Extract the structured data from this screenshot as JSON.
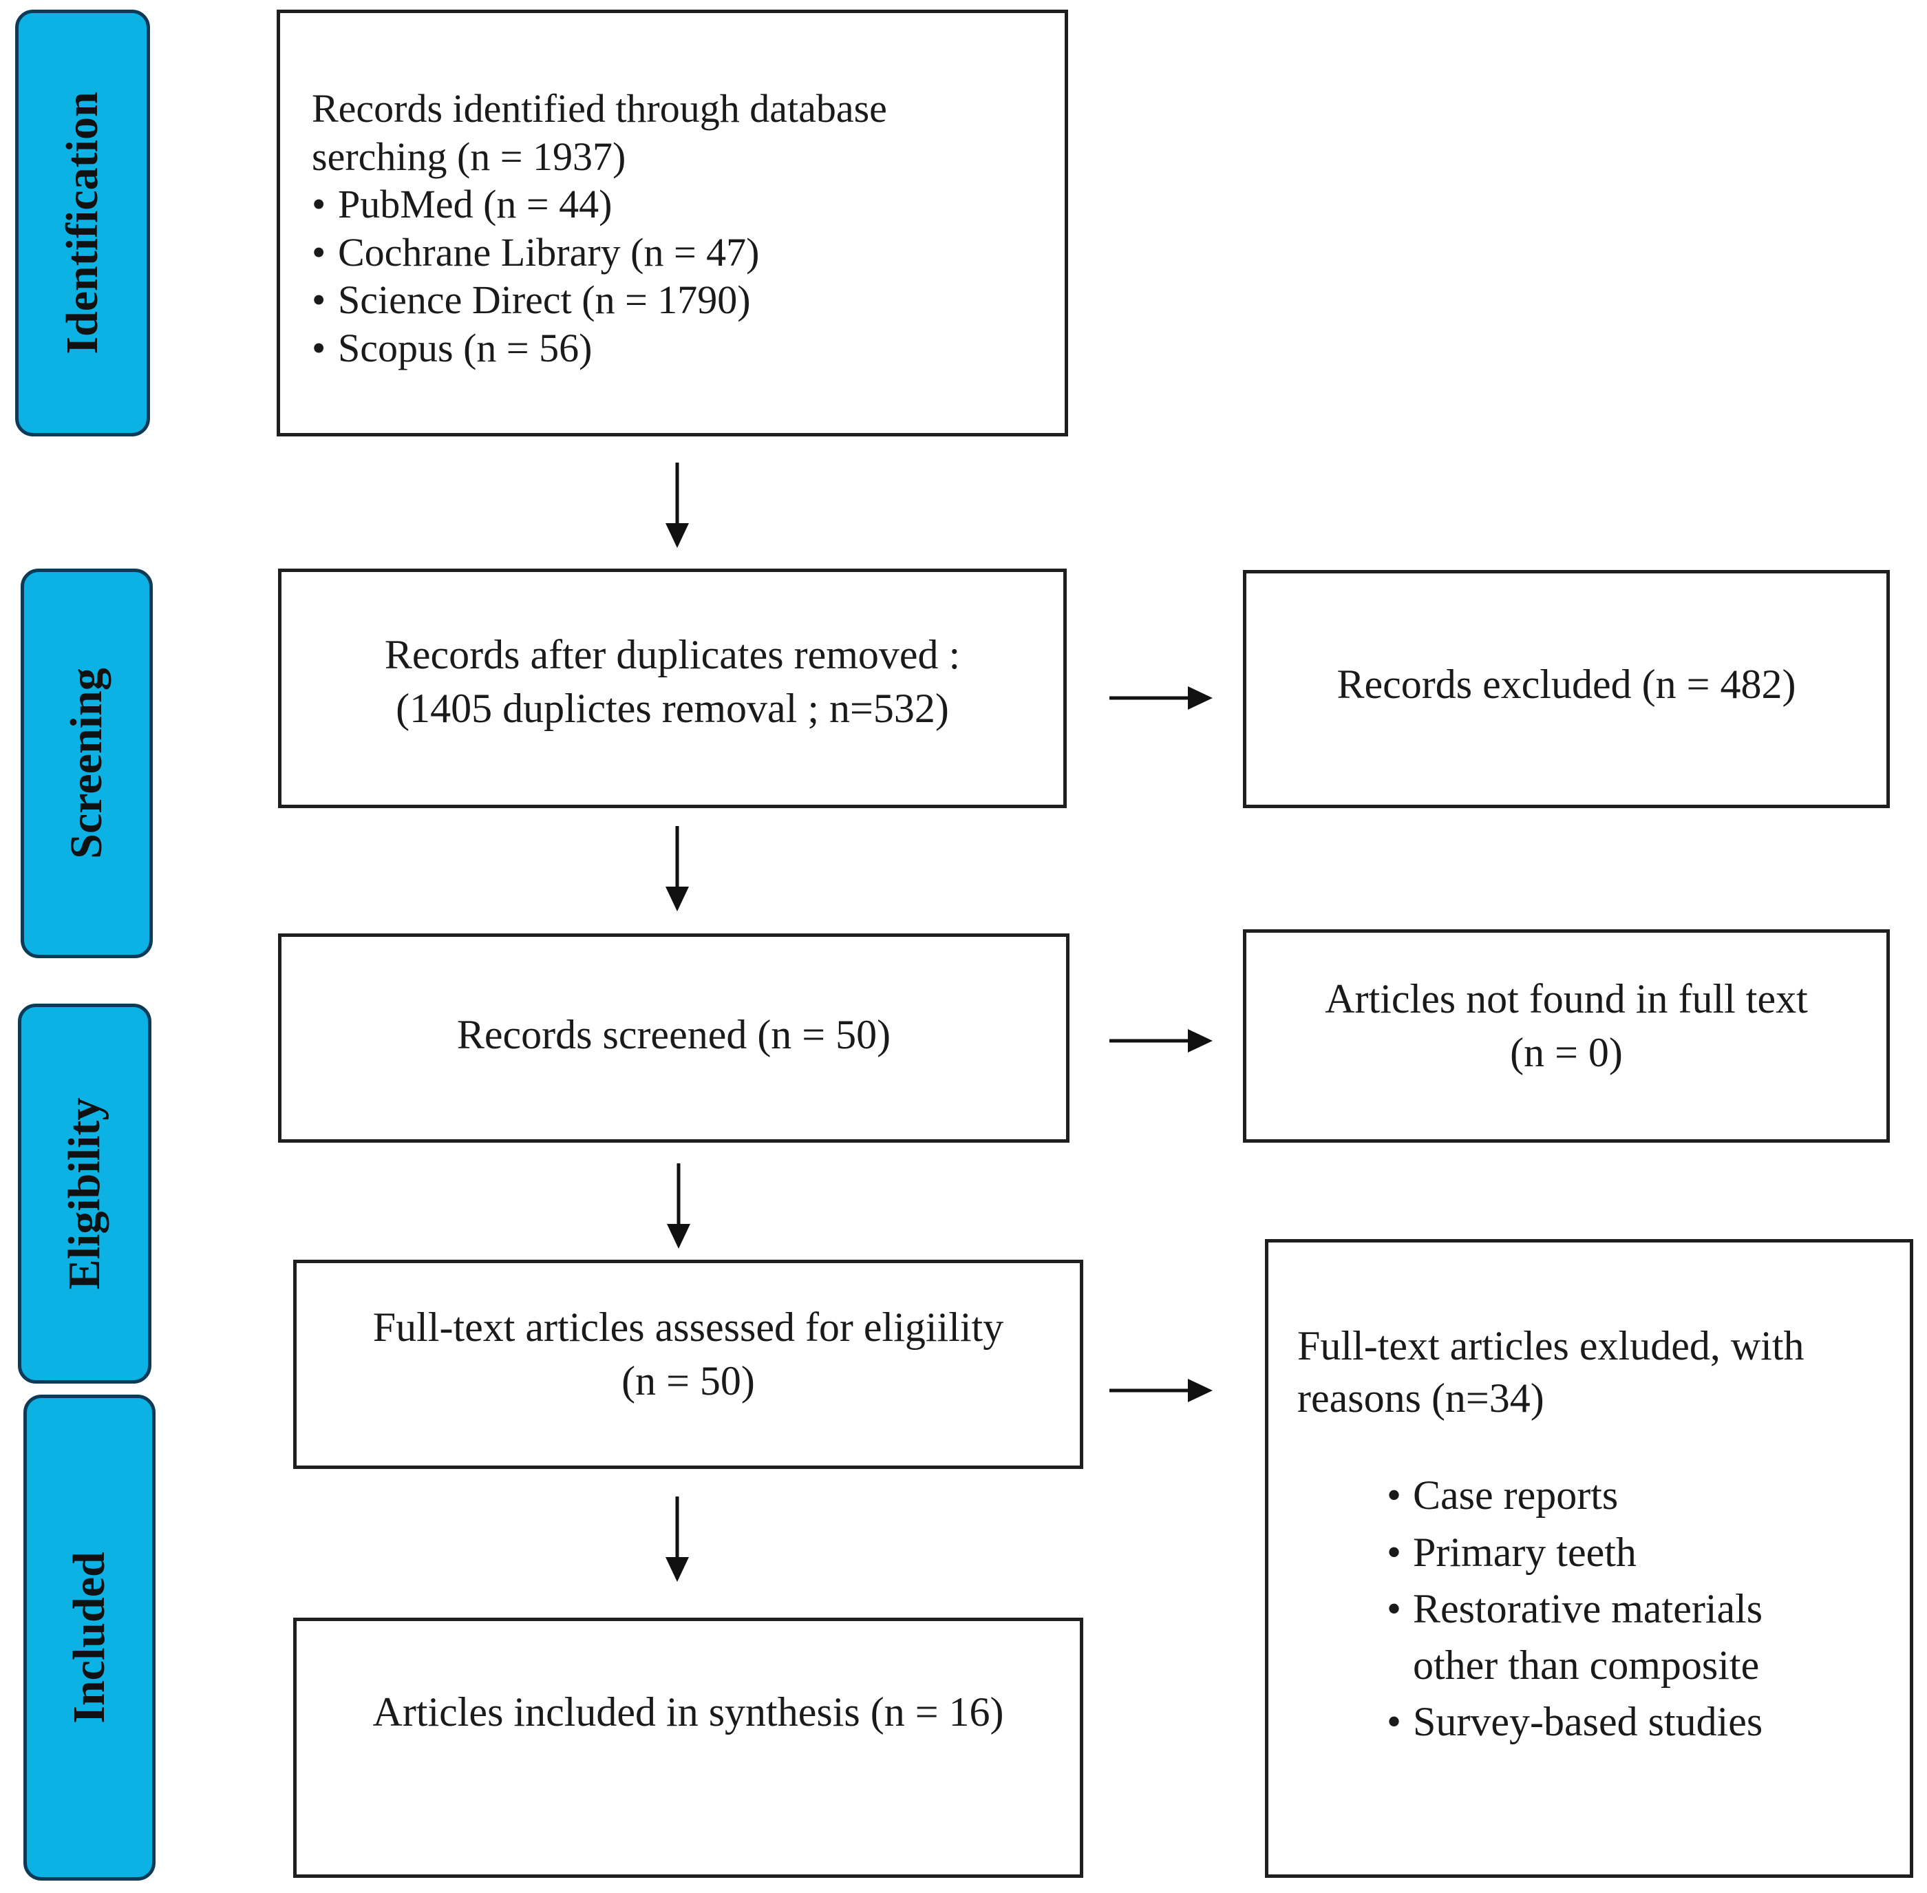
{
  "stages": {
    "identification": "Identification",
    "screening": "Screening",
    "eligibility": "Eligibility",
    "included": "Included"
  },
  "identification_box": {
    "title_line1": "Records identified through database",
    "title_line2": "serching (n = 1937)",
    "sources": [
      "PubMed (n = 44)",
      "Cochrane Library (n = 47)",
      "Science Direct (n = 1790)",
      "Scopus (n = 56)"
    ]
  },
  "duplicates_box": {
    "line1": "Records after duplicates removed :",
    "line2": "(1405 duplictes removal ; n=532)"
  },
  "records_excluded_box": {
    "text": "Records excluded (n = 482)"
  },
  "screened_box": {
    "text": "Records screened (n = 50)"
  },
  "not_found_box": {
    "line1": "Articles not found in full text",
    "line2": "(n = 0)"
  },
  "eligibility_box": {
    "line1": "Full-text articles assessed for eligiility",
    "line2": "(n = 50)"
  },
  "fulltext_excluded_box": {
    "line1": "Full-text articles exluded, with",
    "line2": "reasons (n=34)",
    "reasons": [
      "Case reports",
      "Primary teeth",
      "Restorative materials other than composite",
      "Survey-based studies"
    ],
    "reason3_line1": "Restorative materials",
    "reason3_line2": "other than composite"
  },
  "included_box": {
    "text": "Articles included in synthesis (n = 16)"
  },
  "colors": {
    "stage_fill": "#0bb2e3",
    "stage_border": "#0d3b57",
    "box_border": "#1f1f1f",
    "arrow": "#111111"
  }
}
